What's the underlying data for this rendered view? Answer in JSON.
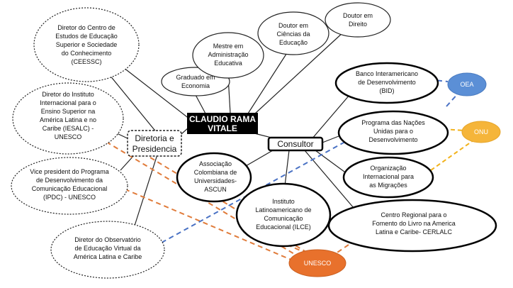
{
  "center": {
    "lines": [
      "CLAUDIO RAMA",
      "VITALE"
    ]
  },
  "diretoria": {
    "lines": [
      "Diretoria e",
      "Presidencia"
    ]
  },
  "consultor": {
    "lines": [
      "Consultor"
    ]
  },
  "degrees": [
    {
      "key": "graduado",
      "lines": [
        "Graduado em",
        "Economia"
      ]
    },
    {
      "key": "mestre",
      "lines": [
        "Mestre em",
        "Administração",
        "Educativa"
      ]
    },
    {
      "key": "doutor-educacao",
      "lines": [
        "Doutor em",
        "Ciências da",
        "Educação"
      ]
    },
    {
      "key": "doutor-direito",
      "lines": [
        "Doutor em",
        "Direito"
      ]
    }
  ],
  "director_roles": [
    {
      "key": "ceessc",
      "lines": [
        "Diretor do Centro de",
        "Estudos de Educação",
        "Superior e Sociedade",
        "do Conhecimento",
        "(CEESSC)"
      ]
    },
    {
      "key": "iesalc",
      "lines": [
        "Diretor do Instituto",
        "Internacional para o",
        "Ensino Superior na",
        "América Latina e no",
        "Caribe (IESALC) -",
        "UNESCO"
      ]
    },
    {
      "key": "ipdc",
      "lines": [
        "Vice president do Programa",
        "de Desenvolvimento da",
        "Comunicação Educacional",
        "(IPDC) - UNESCO"
      ]
    },
    {
      "key": "observatorio",
      "lines": [
        "Diretor do Observatório",
        "de Educação Virtual da",
        "América Latina e Caribe"
      ]
    }
  ],
  "consultant_roles": [
    {
      "key": "bid",
      "lines": [
        "Banco Interamericano",
        "de Desenvolvimento",
        "(BID)"
      ]
    },
    {
      "key": "pnud",
      "lines": [
        "Programa das Nações",
        "Unidas para o",
        "Desenvolvimento"
      ]
    },
    {
      "key": "oim",
      "lines": [
        "Organização",
        "Internacional para",
        "as Migrações"
      ]
    },
    {
      "key": "cerlalc",
      "lines": [
        "Centro Regional para o",
        "Fomento do Livro na America",
        "Latina e Caribe- CERLALC"
      ]
    },
    {
      "key": "ilce",
      "lines": [
        "Instituto",
        "Latinoamericano de",
        "Comunicação",
        "Educacional (ILCE)"
      ]
    },
    {
      "key": "ascun",
      "lines": [
        "Associação",
        "Colombiana de",
        "Universidades-",
        "ASCUN"
      ]
    }
  ],
  "organizations": [
    {
      "key": "oea",
      "lines": [
        "OEA"
      ],
      "color": "#5b8fd6"
    },
    {
      "key": "onu",
      "lines": [
        "ONU"
      ],
      "color": "#f5b53a"
    },
    {
      "key": "unesco",
      "lines": [
        "UNESCO"
      ],
      "color": "#e8712c"
    }
  ],
  "colors": {
    "center_fill": "#000000",
    "orange_link": "#e07b3a",
    "blue_link": "#4a72c4",
    "yellow_link": "#f2b21b"
  }
}
